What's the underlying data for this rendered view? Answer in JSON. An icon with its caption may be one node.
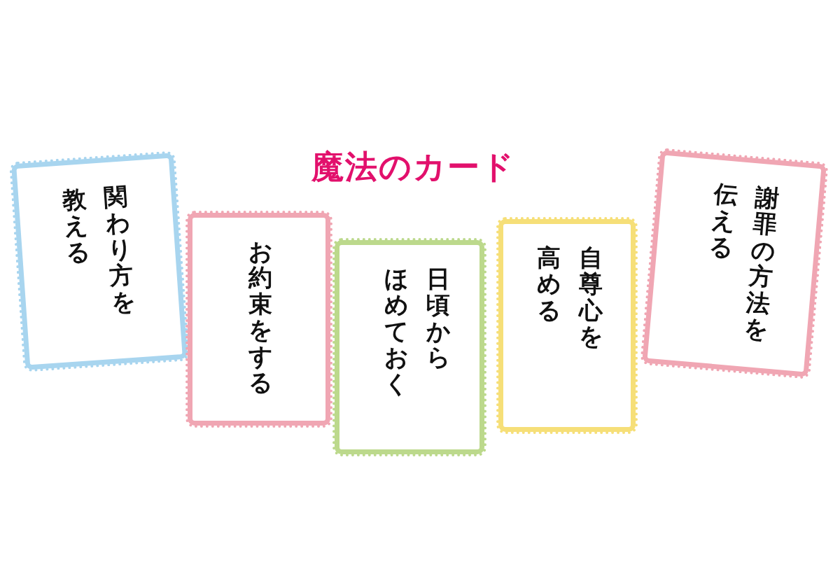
{
  "diagram": {
    "title": "魔法のカード",
    "nodes": [
      {
        "text": [
          "関わり方を教える"
        ]
      },
      {
        "text": [
          "お約束をする"
        ]
      },
      {
        "text": [
          "日頃からほめておく"
        ]
      },
      {
        "text": [
          "自尊心を高める"
        ]
      },
      {
        "text": [
          "謝罪の方法を伝える"
        ]
      }
    ]
  }
}
